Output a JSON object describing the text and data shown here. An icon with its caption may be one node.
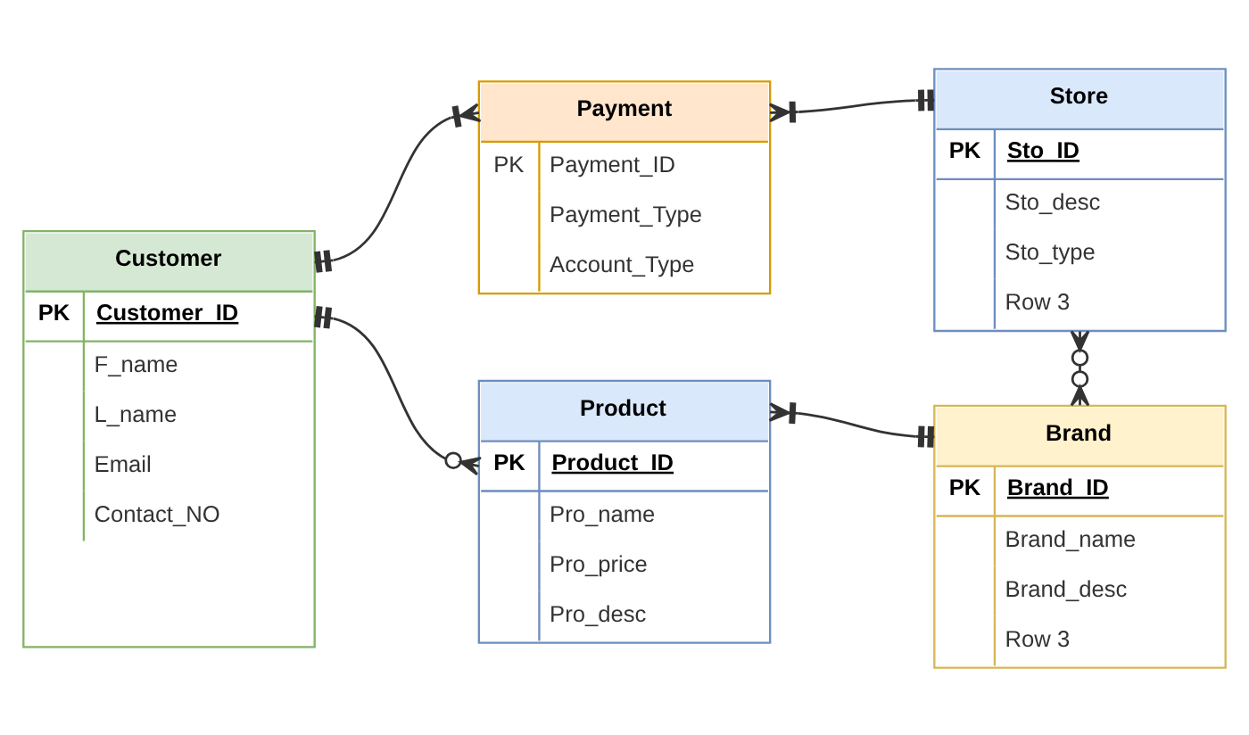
{
  "diagram": {
    "nodes": [
      {
        "text": [
          "Customer",
          "PK",
          "Customer_ID",
          "F_name",
          "L_name",
          "Email",
          "Contact_NO"
        ]
      },
      {
        "text": [
          "Payment",
          "PK",
          "Payment_ID",
          "Payment_Type",
          "Account_Type"
        ]
      },
      {
        "text": [
          "Store",
          "PK",
          "Sto_ID",
          "Sto_desc",
          "Sto_type",
          "Row 3"
        ]
      },
      {
        "text": [
          "Product",
          "PK",
          "Product_ID",
          "Pro_name",
          "Pro_price",
          "Pro_desc"
        ]
      },
      {
        "text": [
          "Brand",
          "PK",
          "Brand_ID",
          "Brand_name",
          "Brand_desc",
          "Row 3"
        ]
      }
    ],
    "edges": [
      {
        "from": 0,
        "to": 1,
        "arrow": "other"
      },
      {
        "from": 1,
        "to": 2,
        "arrow": "other"
      },
      {
        "from": 0,
        "to": 3,
        "arrow": "other"
      },
      {
        "from": 2,
        "to": 4,
        "arrow": "other"
      },
      {
        "from": 3,
        "to": 4,
        "arrow": "other"
      }
    ]
  }
}
